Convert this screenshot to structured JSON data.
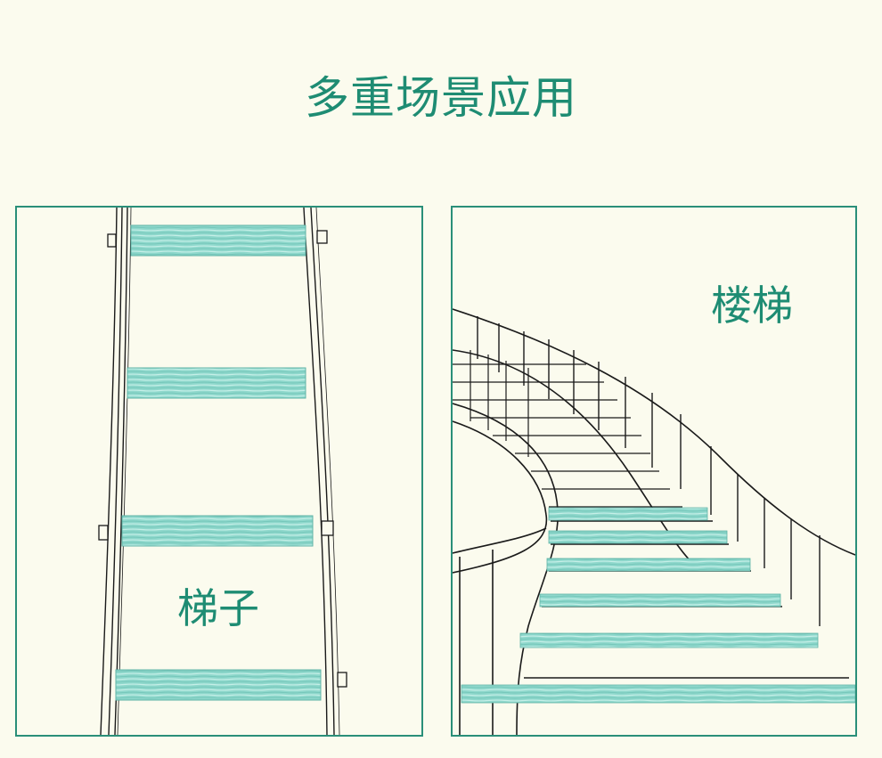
{
  "page": {
    "title": "多重场景应用",
    "background_color": "#fbfbee",
    "accent_color": "#1e8c73",
    "border_color": "#2a8f79",
    "tread_color": "#8fd8cc"
  },
  "panels": [
    {
      "id": "ladder",
      "label": "梯子",
      "illustration": "ladder-with-anti-slip-treads"
    },
    {
      "id": "stairs",
      "label": "楼梯",
      "illustration": "curved-staircase-with-anti-slip-treads"
    }
  ]
}
